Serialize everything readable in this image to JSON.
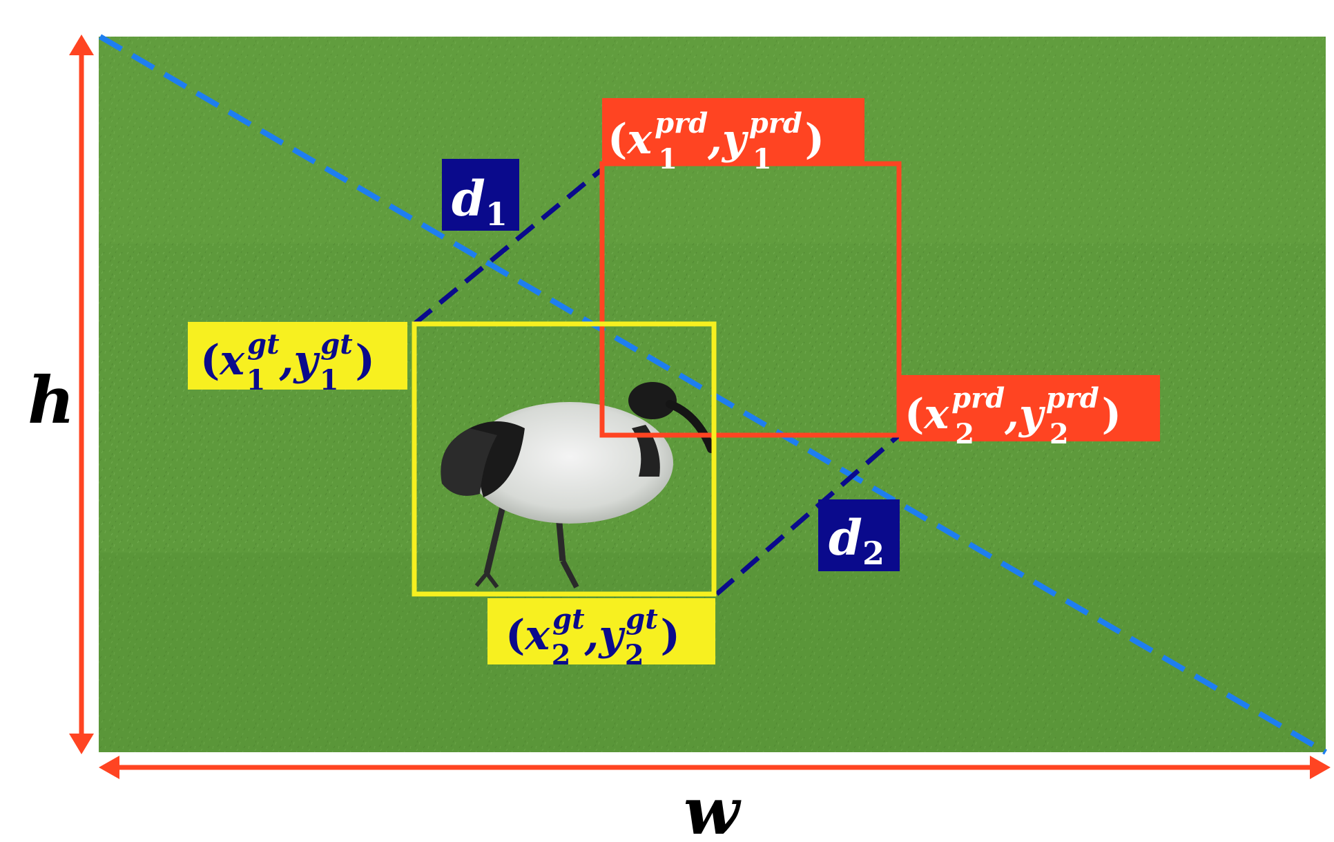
{
  "colors": {
    "grass": "#5e9a3c",
    "red": "#ff4422",
    "yellow": "#f7f020",
    "navy": "#0a0a8c",
    "dash_blue": "#1e7ef0"
  },
  "labels": {
    "h": "h",
    "w": "w",
    "d1": {
      "base": "d",
      "sub": "1"
    },
    "d2": {
      "base": "d",
      "sub": "2"
    },
    "prd1": {
      "x": "x",
      "y": "y",
      "sup": "prd",
      "sub": "1"
    },
    "prd2": {
      "x": "x",
      "y": "y",
      "sup": "prd",
      "sub": "2"
    },
    "gt1": {
      "x": "x",
      "y": "y",
      "sup": "gt",
      "sub": "1"
    },
    "gt2": {
      "x": "x",
      "y": "y",
      "sup": "gt",
      "sub": "2"
    },
    "open_paren": "(",
    "close_paren": ")",
    "comma": ","
  }
}
